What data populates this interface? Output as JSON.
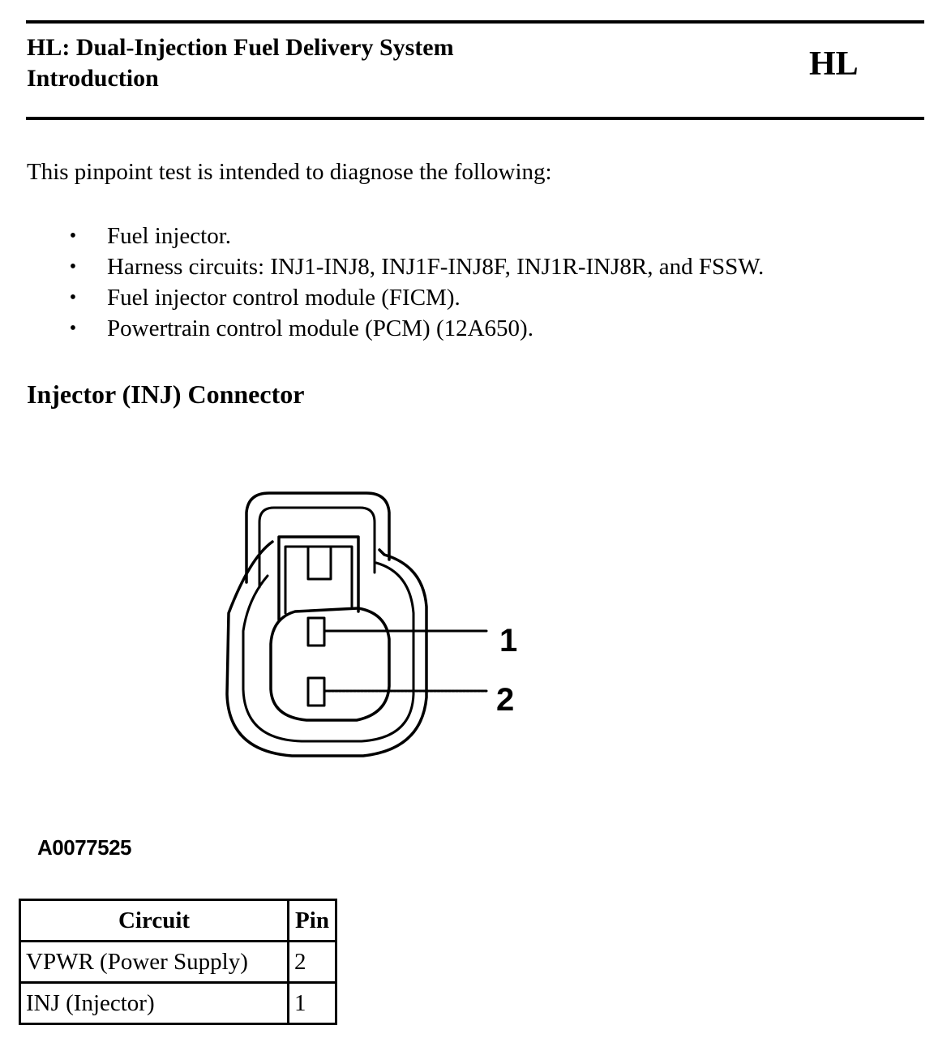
{
  "header": {
    "title_line1": "HL: Dual-Injection Fuel Delivery System",
    "title_line2": "Introduction",
    "section_code": "HL"
  },
  "intro": "This pinpoint test is intended to diagnose the following:",
  "bullets": [
    "Fuel injector.",
    "Harness circuits: INJ1-INJ8, INJ1F-INJ8F, INJ1R-INJ8R, and FSSW.",
    "Fuel injector control module (FICM).",
    "Powertrain control module (PCM) (12A650)."
  ],
  "section_heading": "Injector (INJ) Connector",
  "diagram": {
    "pin_labels": [
      "1",
      "2"
    ],
    "figure_id": "A0077525"
  },
  "table": {
    "headers": [
      "Circuit",
      "Pin"
    ],
    "rows": [
      [
        "VPWR (Power Supply)",
        "2"
      ],
      [
        "INJ (Injector)",
        "1"
      ]
    ]
  }
}
